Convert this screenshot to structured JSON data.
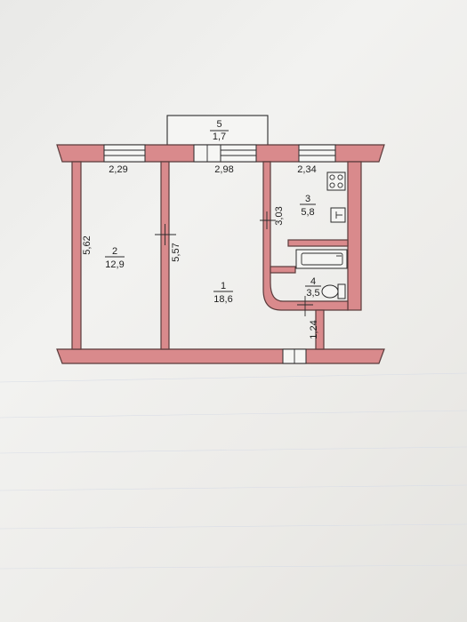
{
  "rooms": [
    {
      "number": "1",
      "area": "18,6"
    },
    {
      "number": "2",
      "area": "12,9"
    },
    {
      "number": "3",
      "area": "5,8"
    },
    {
      "number": "4",
      "area": "3,5"
    },
    {
      "number": "5",
      "area": "1,7"
    }
  ],
  "dimensions": {
    "room2_width": "2,29",
    "room1_width": "2,98",
    "room3_width": "2,34",
    "room2_length": "5,62",
    "room1_length": "5,57",
    "room3_length": "3,03",
    "corridor_width": "1,24"
  },
  "colors": {
    "wall": "#d98a8c",
    "ink": "#2b2b2b",
    "paper": "#f0f0ee"
  }
}
